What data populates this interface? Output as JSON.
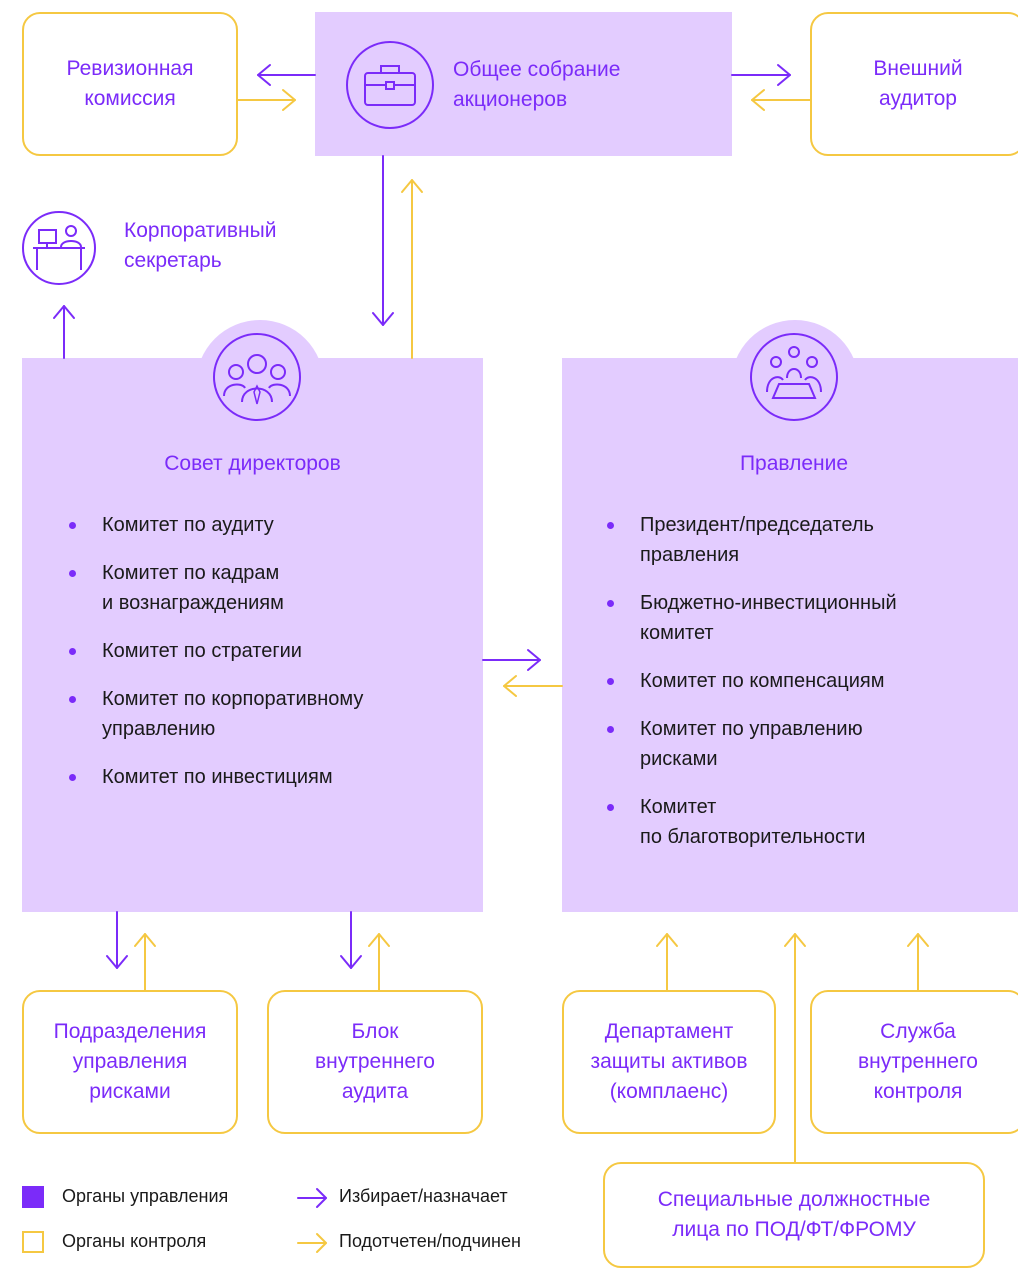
{
  "colors": {
    "purple": "#7B2BF9",
    "yellow": "#F5C842",
    "lilac": "#E3CCFF",
    "text": "#1a1a1a"
  },
  "nodes": {
    "audit_commission": "Ревизионная\nкомиссия",
    "general_meeting": "Общее собрание\nакционеров",
    "external_auditor": "Внешний\nаудитор",
    "corporate_secretary": "Корпоративный\nсекретарь",
    "risk_units": "Подразделения\nуправления\nрисками",
    "internal_audit": "Блок\nвнутреннего\nаудита",
    "asset_protection": "Департамент\nзащиты активов\n(комплаенс)",
    "internal_control": "Служба\nвнутреннего\nконтроля",
    "special_officers": "Специальные должностные\nлица по ПОД/ФТ/ФРОМУ"
  },
  "board": {
    "title": "Совет директоров",
    "items": [
      "Комитет по аудиту",
      "Комитет по кадрам\nи вознаграждениям",
      "Комитет по стратегии",
      "Комитет по корпоративному\nуправлению",
      "Комитет по инвестициям"
    ]
  },
  "management": {
    "title": "Правление",
    "items": [
      "Президент/председатель\nправления",
      "Бюджетно-инвестиционный\nкомитет",
      "Комитет по компенсациям",
      "Комитет по управлению\nрисками",
      "Комитет\nпо благотворительности"
    ]
  },
  "legend": {
    "governance": "Органы управления",
    "control": "Органы контроля",
    "elects": "Избирает/назначает",
    "accountable": "Подотчетен/подчинен"
  },
  "icons": {
    "meeting": "briefcase-icon",
    "secretary": "desk-person-icon",
    "board": "people-group-icon",
    "management": "meeting-table-icon"
  }
}
